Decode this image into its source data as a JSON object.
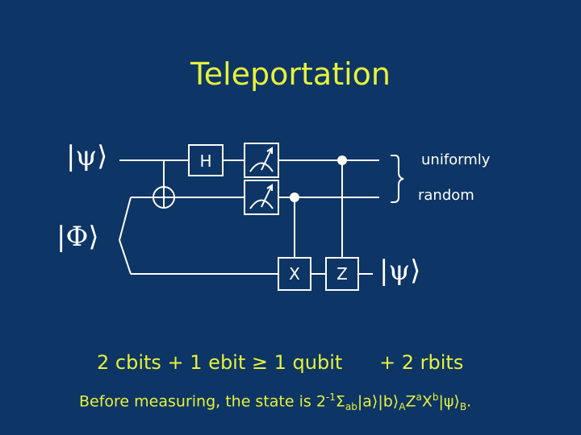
{
  "title": "Teleportation",
  "inputs": {
    "psi_ket": "|ψ⟩",
    "phi_ket": "|Φ⟩",
    "output_ket": "|ψ⟩"
  },
  "gates": {
    "h": "H",
    "x": "X",
    "z": "Z"
  },
  "brace_labels": {
    "top": "uniformly",
    "bottom": "random"
  },
  "equation": {
    "left": "2 cbits + 1 ebit ≥ 1 qubit",
    "right": "+ 2 rbits"
  },
  "footnote": {
    "prefix": "Before measuring, the state is 2",
    "exp": "-1",
    "sigma": "Σ",
    "sum_sub": "ab",
    "mid": "|a⟩|b⟩",
    "sub_a": "A",
    "z": "Z",
    "exp_a": "a",
    "x": "X",
    "exp_b": "b",
    "psi": "|ψ⟩",
    "sub_b": "B",
    "end": "."
  },
  "colors": {
    "background": "#0d3566",
    "accent": "#e6f23a",
    "line": "#ffffff"
  }
}
